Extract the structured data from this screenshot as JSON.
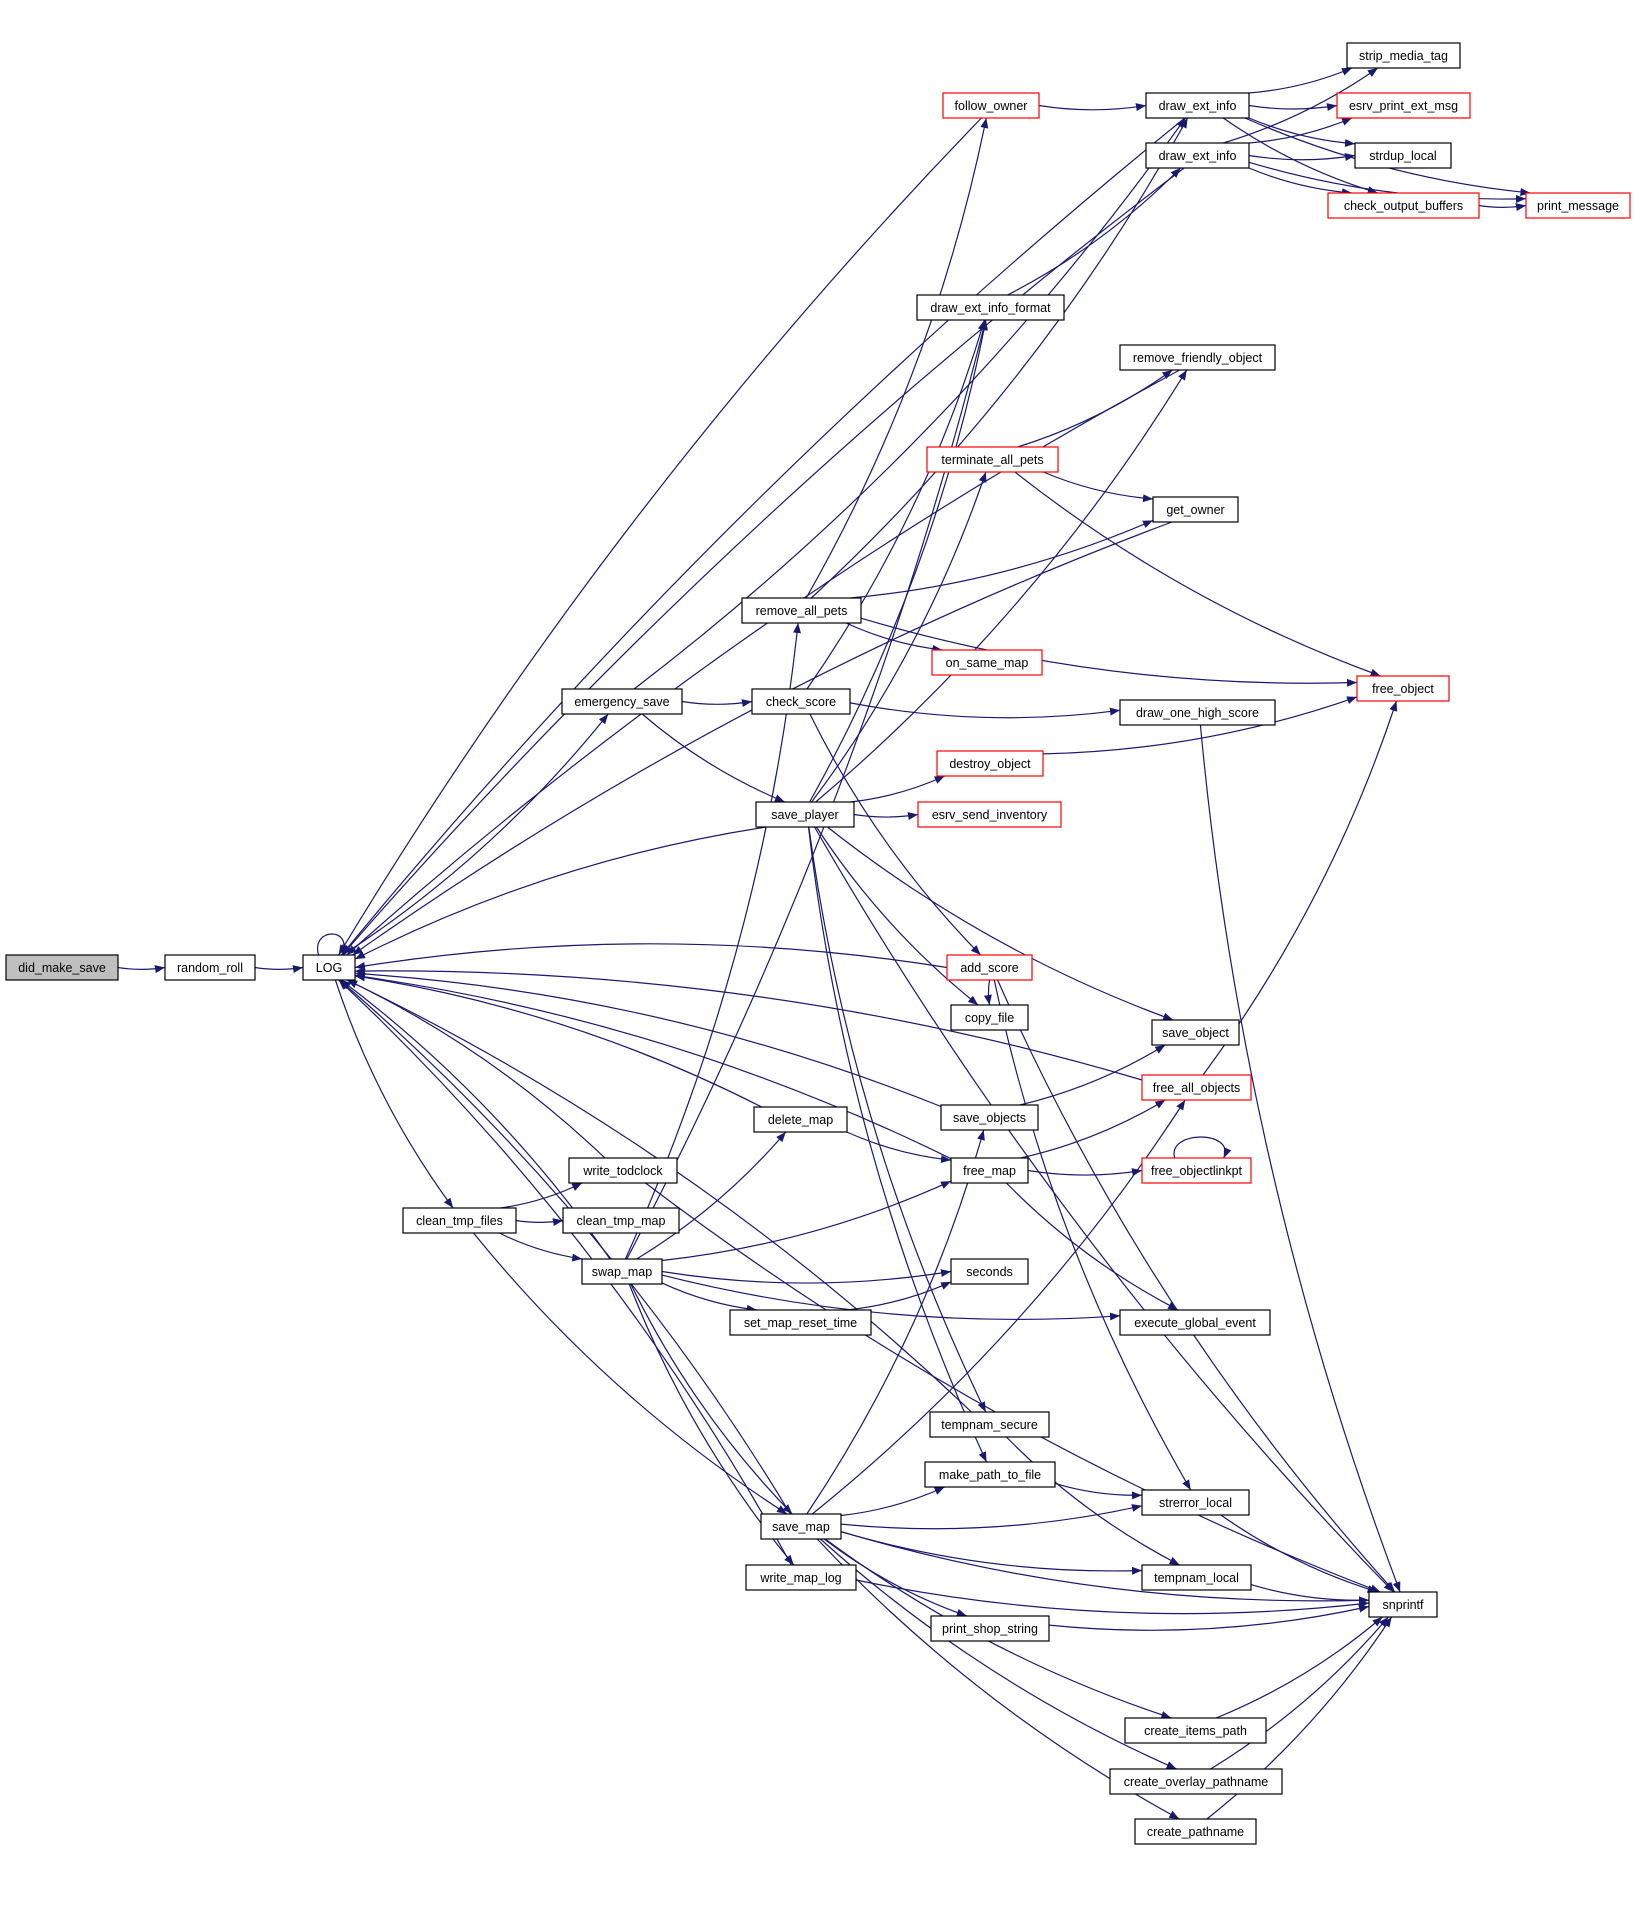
{
  "colors": {
    "edge": "#191970",
    "node_border_default": "#000000",
    "node_border_truncated": "#ff0000",
    "root_fill": "#bfbfbf",
    "node_fill": "#ffffff",
    "text": "#000000"
  },
  "nodes": [
    {
      "id": "did_make_save",
      "label": "did_make_save",
      "style": "root"
    },
    {
      "id": "random_roll",
      "label": "random_roll",
      "style": "default"
    },
    {
      "id": "LOG",
      "label": "LOG",
      "style": "default"
    },
    {
      "id": "follow_owner",
      "label": "follow_owner",
      "style": "truncated"
    },
    {
      "id": "draw_ext_info_1",
      "label": "draw_ext_info",
      "style": "default"
    },
    {
      "id": "draw_ext_info_2",
      "label": "draw_ext_info",
      "style": "default"
    },
    {
      "id": "strip_media_tag",
      "label": "strip_media_tag",
      "style": "default"
    },
    {
      "id": "esrv_print_ext_msg",
      "label": "esrv_print_ext_msg",
      "style": "truncated"
    },
    {
      "id": "strdup_local",
      "label": "strdup_local",
      "style": "default"
    },
    {
      "id": "check_output_buffers",
      "label": "check_output_buffers",
      "style": "truncated"
    },
    {
      "id": "print_message",
      "label": "print_message",
      "style": "truncated"
    },
    {
      "id": "draw_ext_info_format",
      "label": "draw_ext_info_format",
      "style": "default"
    },
    {
      "id": "remove_friendly_object",
      "label": "remove_friendly_object",
      "style": "default"
    },
    {
      "id": "terminate_all_pets",
      "label": "terminate_all_pets",
      "style": "truncated"
    },
    {
      "id": "get_owner",
      "label": "get_owner",
      "style": "default"
    },
    {
      "id": "remove_all_pets",
      "label": "remove_all_pets",
      "style": "default"
    },
    {
      "id": "on_same_map",
      "label": "on_same_map",
      "style": "truncated"
    },
    {
      "id": "free_object",
      "label": "free_object",
      "style": "truncated"
    },
    {
      "id": "emergency_save",
      "label": "emergency_save",
      "style": "default"
    },
    {
      "id": "check_score",
      "label": "check_score",
      "style": "default"
    },
    {
      "id": "draw_one_high_score",
      "label": "draw_one_high_score",
      "style": "default"
    },
    {
      "id": "destroy_object",
      "label": "destroy_object",
      "style": "truncated"
    },
    {
      "id": "save_player",
      "label": "save_player",
      "style": "default"
    },
    {
      "id": "esrv_send_inventory",
      "label": "esrv_send_inventory",
      "style": "truncated"
    },
    {
      "id": "add_score",
      "label": "add_score",
      "style": "truncated"
    },
    {
      "id": "copy_file",
      "label": "copy_file",
      "style": "default"
    },
    {
      "id": "save_object",
      "label": "save_object",
      "style": "default"
    },
    {
      "id": "free_all_objects",
      "label": "free_all_objects",
      "style": "truncated"
    },
    {
      "id": "save_objects",
      "label": "save_objects",
      "style": "default"
    },
    {
      "id": "delete_map",
      "label": "delete_map",
      "style": "default"
    },
    {
      "id": "free_objectlinkpt",
      "label": "free_objectlinkpt",
      "style": "truncated"
    },
    {
      "id": "write_todclock",
      "label": "write_todclock",
      "style": "default"
    },
    {
      "id": "free_map",
      "label": "free_map",
      "style": "default"
    },
    {
      "id": "clean_tmp_files",
      "label": "clean_tmp_files",
      "style": "default"
    },
    {
      "id": "clean_tmp_map",
      "label": "clean_tmp_map",
      "style": "default"
    },
    {
      "id": "swap_map",
      "label": "swap_map",
      "style": "default"
    },
    {
      "id": "seconds",
      "label": "seconds",
      "style": "default"
    },
    {
      "id": "set_map_reset_time",
      "label": "set_map_reset_time",
      "style": "default"
    },
    {
      "id": "execute_global_event",
      "label": "execute_global_event",
      "style": "default"
    },
    {
      "id": "tempnam_secure",
      "label": "tempnam_secure",
      "style": "default"
    },
    {
      "id": "make_path_to_file",
      "label": "make_path_to_file",
      "style": "default"
    },
    {
      "id": "strerror_local",
      "label": "strerror_local",
      "style": "default"
    },
    {
      "id": "save_map",
      "label": "save_map",
      "style": "default"
    },
    {
      "id": "tempnam_local",
      "label": "tempnam_local",
      "style": "default"
    },
    {
      "id": "write_map_log",
      "label": "write_map_log",
      "style": "default"
    },
    {
      "id": "snprintf",
      "label": "snprintf",
      "style": "default"
    },
    {
      "id": "print_shop_string",
      "label": "print_shop_string",
      "style": "default"
    },
    {
      "id": "create_items_path",
      "label": "create_items_path",
      "style": "default"
    },
    {
      "id": "create_overlay_pathname",
      "label": "create_overlay_pathname",
      "style": "default"
    },
    {
      "id": "create_pathname",
      "label": "create_pathname",
      "style": "default"
    }
  ],
  "edges": [
    [
      "did_make_save",
      "random_roll"
    ],
    [
      "random_roll",
      "LOG"
    ],
    [
      "LOG",
      "LOG"
    ],
    [
      "LOG",
      "emergency_save"
    ],
    [
      "LOG",
      "clean_tmp_files"
    ],
    [
      "follow_owner",
      "LOG"
    ],
    [
      "follow_owner",
      "draw_ext_info_1"
    ],
    [
      "draw_ext_info_1",
      "LOG"
    ],
    [
      "draw_ext_info_1",
      "strip_media_tag"
    ],
    [
      "draw_ext_info_1",
      "esrv_print_ext_msg"
    ],
    [
      "draw_ext_info_1",
      "strdup_local"
    ],
    [
      "draw_ext_info_1",
      "check_output_buffers"
    ],
    [
      "draw_ext_info_1",
      "print_message"
    ],
    [
      "draw_ext_info_2",
      "LOG"
    ],
    [
      "draw_ext_info_2",
      "strip_media_tag"
    ],
    [
      "draw_ext_info_2",
      "esrv_print_ext_msg"
    ],
    [
      "draw_ext_info_2",
      "strdup_local"
    ],
    [
      "draw_ext_info_2",
      "check_output_buffers"
    ],
    [
      "draw_ext_info_2",
      "print_message"
    ],
    [
      "check_output_buffers",
      "print_message"
    ],
    [
      "draw_ext_info_format",
      "draw_ext_info_2"
    ],
    [
      "remove_friendly_object",
      "LOG"
    ],
    [
      "terminate_all_pets",
      "remove_friendly_object"
    ],
    [
      "terminate_all_pets",
      "get_owner"
    ],
    [
      "terminate_all_pets",
      "free_object"
    ],
    [
      "get_owner",
      "LOG"
    ],
    [
      "remove_all_pets",
      "follow_owner"
    ],
    [
      "remove_all_pets",
      "draw_ext_info_1"
    ],
    [
      "remove_all_pets",
      "get_owner"
    ],
    [
      "remove_all_pets",
      "on_same_map"
    ],
    [
      "remove_all_pets",
      "free_object"
    ],
    [
      "emergency_save",
      "draw_ext_info_1"
    ],
    [
      "emergency_save",
      "check_score"
    ],
    [
      "emergency_save",
      "save_player"
    ],
    [
      "check_score",
      "draw_ext_info_format"
    ],
    [
      "check_score",
      "draw_one_high_score"
    ],
    [
      "check_score",
      "add_score"
    ],
    [
      "draw_one_high_score",
      "snprintf"
    ],
    [
      "destroy_object",
      "free_object"
    ],
    [
      "save_player",
      "LOG"
    ],
    [
      "save_player",
      "draw_ext_info_format"
    ],
    [
      "save_player",
      "remove_friendly_object"
    ],
    [
      "save_player",
      "terminate_all_pets"
    ],
    [
      "save_player",
      "destroy_object"
    ],
    [
      "save_player",
      "esrv_send_inventory"
    ],
    [
      "save_player",
      "copy_file"
    ],
    [
      "save_player",
      "save_object"
    ],
    [
      "save_player",
      "snprintf"
    ],
    [
      "save_player",
      "tempnam_secure"
    ],
    [
      "save_player",
      "make_path_to_file"
    ],
    [
      "add_score",
      "LOG"
    ],
    [
      "add_score",
      "copy_file"
    ],
    [
      "add_score",
      "strerror_local"
    ],
    [
      "add_score",
      "snprintf"
    ],
    [
      "free_all_objects",
      "LOG"
    ],
    [
      "free_all_objects",
      "free_object"
    ],
    [
      "save_objects",
      "LOG"
    ],
    [
      "save_objects",
      "save_object"
    ],
    [
      "delete_map",
      "LOG"
    ],
    [
      "delete_map",
      "free_map"
    ],
    [
      "free_objectlinkpt",
      "free_objectlinkpt"
    ],
    [
      "write_todclock",
      "LOG"
    ],
    [
      "write_todclock",
      "snprintf"
    ],
    [
      "free_map",
      "LOG"
    ],
    [
      "free_map",
      "free_all_objects"
    ],
    [
      "free_map",
      "free_objectlinkpt"
    ],
    [
      "free_map",
      "execute_global_event"
    ],
    [
      "clean_tmp_files",
      "write_todclock"
    ],
    [
      "clean_tmp_files",
      "clean_tmp_map"
    ],
    [
      "clean_tmp_files",
      "swap_map"
    ],
    [
      "clean_tmp_files",
      "save_map"
    ],
    [
      "swap_map",
      "LOG"
    ],
    [
      "swap_map",
      "remove_all_pets"
    ],
    [
      "swap_map",
      "draw_ext_info_format"
    ],
    [
      "swap_map",
      "delete_map"
    ],
    [
      "swap_map",
      "free_map"
    ],
    [
      "swap_map",
      "seconds"
    ],
    [
      "swap_map",
      "set_map_reset_time"
    ],
    [
      "swap_map",
      "execute_global_event"
    ],
    [
      "swap_map",
      "save_map"
    ],
    [
      "swap_map",
      "write_map_log"
    ],
    [
      "set_map_reset_time",
      "seconds"
    ],
    [
      "tempnam_secure",
      "LOG"
    ],
    [
      "tempnam_secure",
      "tempnam_local"
    ],
    [
      "make_path_to_file",
      "strerror_local"
    ],
    [
      "strerror_local",
      "snprintf"
    ],
    [
      "save_map",
      "LOG"
    ],
    [
      "save_map",
      "make_path_to_file"
    ],
    [
      "save_map",
      "strerror_local"
    ],
    [
      "save_map",
      "tempnam_local"
    ],
    [
      "save_map",
      "print_shop_string"
    ],
    [
      "save_map",
      "snprintf"
    ],
    [
      "save_map",
      "create_items_path"
    ],
    [
      "save_map",
      "create_overlay_pathname"
    ],
    [
      "save_map",
      "create_pathname"
    ],
    [
      "save_map",
      "save_objects"
    ],
    [
      "save_map",
      "free_all_objects"
    ],
    [
      "tempnam_local",
      "snprintf"
    ],
    [
      "write_map_log",
      "LOG"
    ],
    [
      "write_map_log",
      "snprintf"
    ],
    [
      "print_shop_string",
      "snprintf"
    ],
    [
      "create_items_path",
      "snprintf"
    ],
    [
      "create_overlay_pathname",
      "snprintf"
    ],
    [
      "create_pathname",
      "snprintf"
    ]
  ]
}
